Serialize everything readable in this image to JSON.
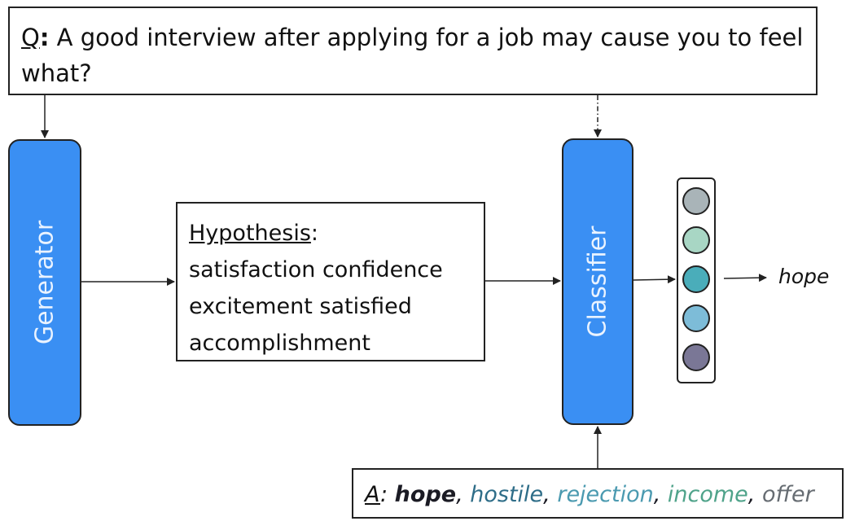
{
  "question": {
    "prefix": "Q",
    "sep": ":",
    "text": " A good interview after applying for a job may cause you to feel what?"
  },
  "generator": {
    "label": "Generator"
  },
  "classifier": {
    "label": "Classifier"
  },
  "hypothesis": {
    "title": "Hypothesis",
    "sep": ":",
    "lines": [
      "satisfaction confidence",
      "excitement satisfied",
      "accomplishment"
    ]
  },
  "answers": {
    "prefix": "A",
    "sep": ": ",
    "choices": [
      {
        "text": "hope",
        "color": "#1b1b24",
        "bold": true
      },
      {
        "text": "hostile",
        "color": "#2e6d88",
        "bold": false
      },
      {
        "text": "rejection",
        "color": "#4b9ab0",
        "bold": false
      },
      {
        "text": "income",
        "color": "#4fa38a",
        "bold": false
      },
      {
        "text": "offer",
        "color": "#666c72",
        "bold": false
      }
    ]
  },
  "probabilities": {
    "colors": [
      "#a9b4b8",
      "#a8d6c4",
      "#4aadba",
      "#7dbcd8",
      "#7a7796"
    ]
  },
  "output": {
    "label": "hope"
  }
}
